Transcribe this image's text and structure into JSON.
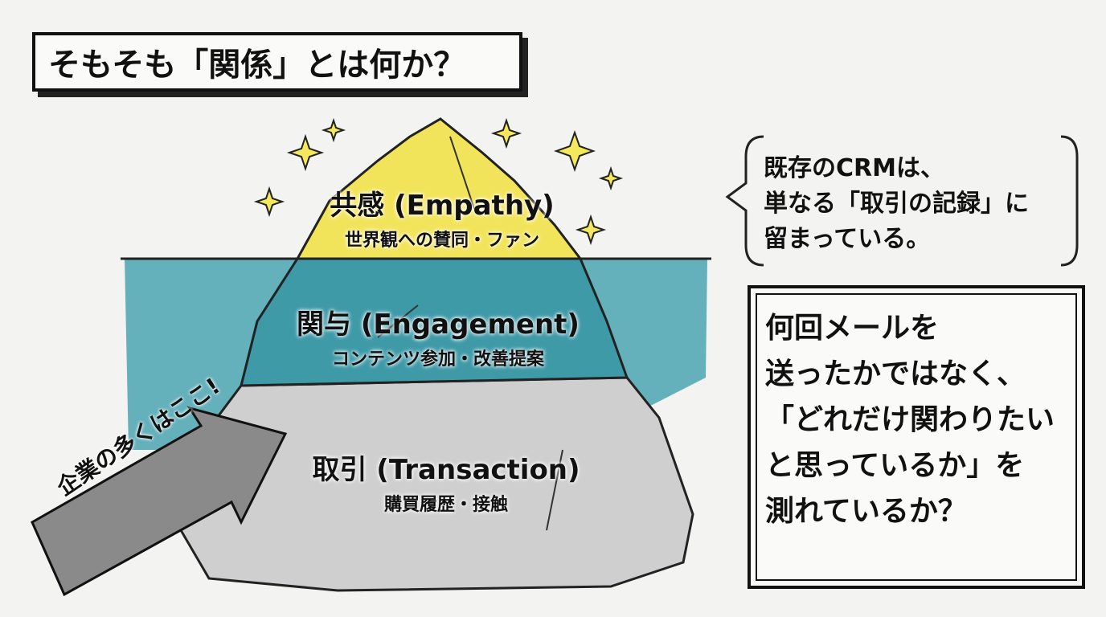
{
  "title": "そもそも「関係」とは何か？",
  "iceberg": {
    "layers": [
      {
        "name": "共感 (Empathy)",
        "sub": "世界観への賛同・ファン",
        "color": "#f2e45a"
      },
      {
        "name": "関与 (Engagement)",
        "sub": "コンテンツ参加・改善提案",
        "color": "#3f9aa8"
      },
      {
        "name": "取引 (Transaction)",
        "sub": "購買履歴・接触",
        "color": "#c9c9c9"
      }
    ],
    "water_color": "#4aa3b1"
  },
  "arrow": {
    "label": "企業の多くはここ!",
    "color": "#8a8a8a"
  },
  "speech_bubble": {
    "lines": [
      "既存のCRMは、",
      "単なる「取引の記録」に",
      "留まっている。"
    ]
  },
  "question_box": {
    "text": "何回メールを\n送ったかではなく、\n「どれだけ関わりたい\nと思っているか」を\n測れているか？"
  }
}
